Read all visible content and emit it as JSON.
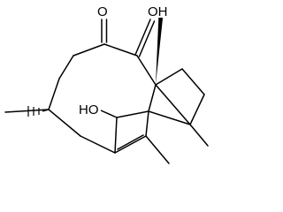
{
  "molecule": {
    "atom_labels": {
      "ketone_oxygen_left": "O",
      "ketone_oxygen_right": "OH",
      "hydroxyl_lower": "HO"
    }
  }
}
